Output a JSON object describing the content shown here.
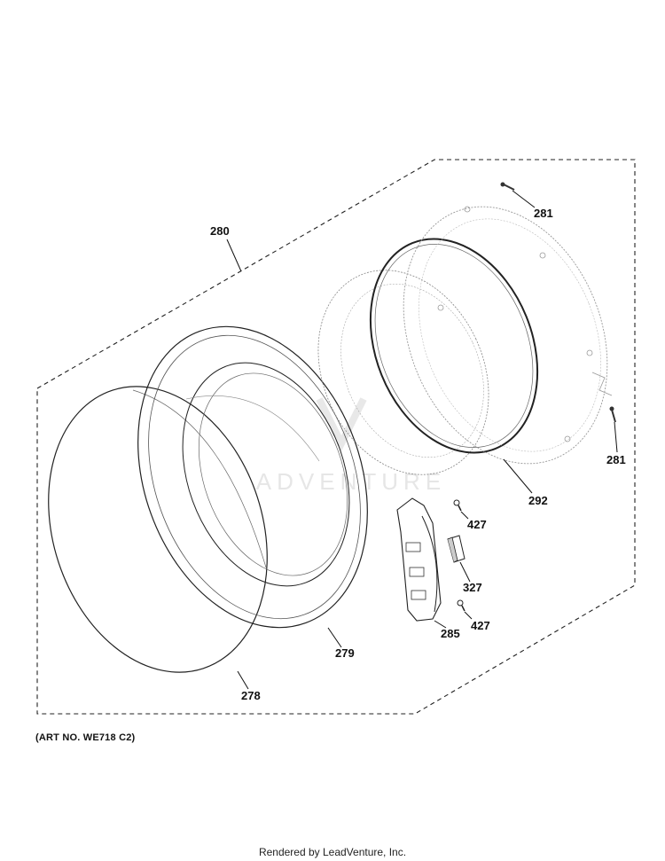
{
  "diagram": {
    "watermark": "LEADVENTURE",
    "art_number": "(ART NO. WE718 C2)",
    "footer": "Rendered by LeadVenture, Inc.",
    "callouts": {
      "assembly": "280",
      "screw_top": "281",
      "screw_right": "281",
      "gasket": "292",
      "screw_427_upper": "427",
      "switch": "327",
      "screw_427_lower": "427",
      "hinge": "285",
      "door_frame": "279",
      "door_glass": "278"
    }
  }
}
